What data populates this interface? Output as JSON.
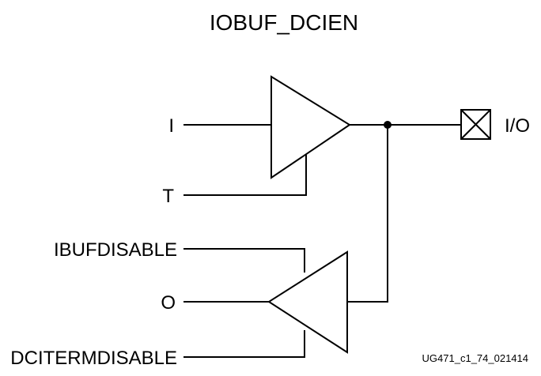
{
  "diagram": {
    "title": "IOBUF_DCIEN",
    "pins": {
      "i": "I",
      "t": "T",
      "ibufdisable": "IBUFDISABLE",
      "o": "O",
      "dcitermdisable": "DCITERMDISABLE",
      "io": "I/O"
    },
    "figure_id": "UG471_c1_74_021414"
  },
  "colors": {
    "line": "#000000",
    "background": "#ffffff"
  },
  "icons": {
    "output_buffer": "triangle-buffer-right-icon",
    "input_buffer": "triangle-buffer-left-icon",
    "io_pad": "io-pad-box-icon",
    "junction": "junction-dot-icon"
  }
}
